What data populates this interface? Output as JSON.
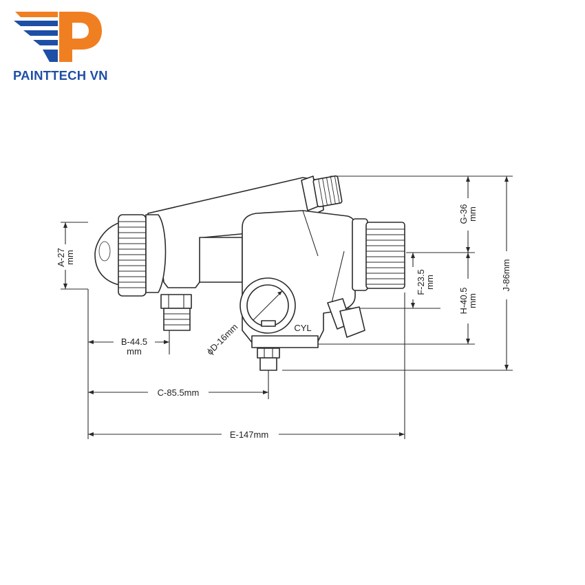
{
  "brand": {
    "name": "PAINTTECH VN",
    "colors": {
      "orange": "#f07f22",
      "blue": "#1e4fa6"
    }
  },
  "drawing": {
    "dimensions": {
      "a": [
        "A-27",
        "mm"
      ],
      "b": [
        "B-44.5",
        "mm"
      ],
      "c": "C-85.5mm",
      "d": "ϕD-16mm",
      "e": "E-147mm",
      "f": [
        "F-23.5",
        "mm"
      ],
      "g": [
        "G-36",
        "mm"
      ],
      "h": [
        "H-40.5",
        "mm"
      ],
      "j": "J-86mm"
    },
    "labels": {
      "cyl": "CYL"
    }
  }
}
